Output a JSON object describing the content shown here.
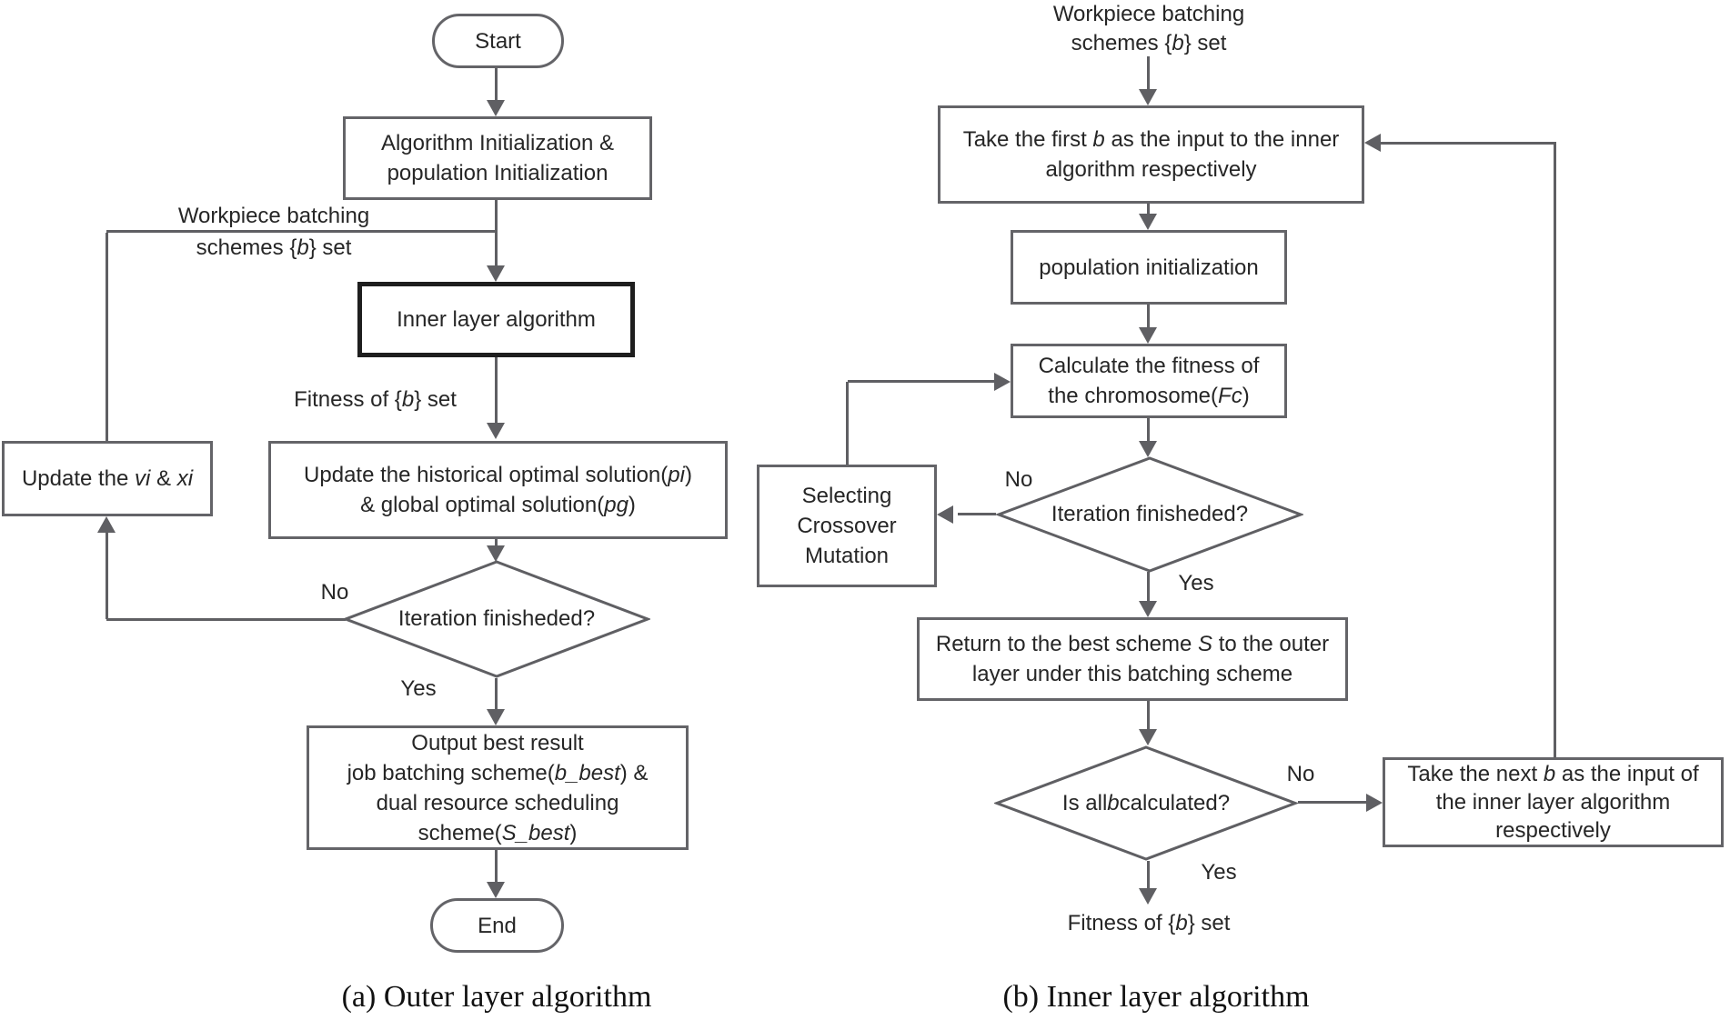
{
  "colors": {
    "line": "#5f5f63",
    "border": "#646468",
    "bold-border": "#1e1e1e",
    "text": "#262626",
    "bg": "#ffffff"
  },
  "figure": {
    "caption_a": "(a) Outer layer algorithm",
    "caption_b": "(b) Inner layer algorithm"
  },
  "outer": {
    "start": "Start",
    "init": {
      "l1": "Algorithm Initialization &",
      "l2": "population Initialization"
    },
    "batch_label": {
      "l1": [
        {
          "t": "Workpiece batching"
        }
      ],
      "l2": [
        {
          "t": "schemes {"
        },
        {
          "t": "b",
          "i": true
        },
        {
          "t": "} set"
        }
      ]
    },
    "inner_box": "Inner layer algorithm",
    "fitness_label": [
      {
        "t": "Fitness of {"
      },
      {
        "t": "b",
        "i": true
      },
      {
        "t": "} set"
      }
    ],
    "update_opt": {
      "l1": [
        {
          "t": "Update the historical optimal solution("
        },
        {
          "t": "pi",
          "i": true
        },
        {
          "t": ")"
        }
      ],
      "l2": [
        {
          "t": "& global optimal solution("
        },
        {
          "t": "pg",
          "i": true
        },
        {
          "t": ")"
        }
      ]
    },
    "update_vx": [
      {
        "t": "Update the "
      },
      {
        "t": "vi",
        "i": true
      },
      {
        "t": " & "
      },
      {
        "t": "xi",
        "i": true
      }
    ],
    "decision": "Iteration finisheded?",
    "no": "No",
    "yes": "Yes",
    "output": {
      "l1": "Output best result",
      "l2": [
        {
          "t": "job batching scheme("
        },
        {
          "t": "b_best",
          "i": true
        },
        {
          "t": ") &"
        }
      ],
      "l3": "dual resource scheduling",
      "l4": [
        {
          "t": "scheme("
        },
        {
          "t": "S_best",
          "i": true
        },
        {
          "t": ")"
        }
      ]
    },
    "end": "End"
  },
  "inner": {
    "batch_label": {
      "l1": [
        {
          "t": "Workpiece batching"
        }
      ],
      "l2": [
        {
          "t": "schemes {"
        },
        {
          "t": "b",
          "i": true
        },
        {
          "t": "} set"
        }
      ]
    },
    "take_first": {
      "l1": [
        {
          "t": "Take the first "
        },
        {
          "t": "b",
          "i": true
        },
        {
          "t": " as the input to the inner"
        }
      ],
      "l2": "algorithm respectively"
    },
    "pop_init": "population initialization",
    "calc": {
      "l1": "Calculate the fitness of",
      "l2": [
        {
          "t": "the chromosome("
        },
        {
          "t": "Fc",
          "i": true
        },
        {
          "t": ")"
        }
      ]
    },
    "scm": {
      "l1": "Selecting",
      "l2": "Crossover",
      "l3": "Mutation"
    },
    "decision1": "Iteration finisheded?",
    "no1": "No",
    "yes1": "Yes",
    "return_best": {
      "l1": [
        {
          "t": "Return to the best scheme "
        },
        {
          "t": "S",
          "i": true
        },
        {
          "t": " to the outer"
        }
      ],
      "l2": "layer under this batching scheme"
    },
    "decision2": [
      {
        "t": "Is all "
      },
      {
        "t": "b",
        "i": true
      },
      {
        "t": " calculated?"
      }
    ],
    "no2": "No",
    "yes2": "Yes",
    "take_next": {
      "l1": [
        {
          "t": "Take the next "
        },
        {
          "t": "b",
          "i": true
        },
        {
          "t": " as the input of"
        }
      ],
      "l2": "the inner layer algorithm",
      "l3": "respectively"
    },
    "fitness_label": [
      {
        "t": "Fitness of {"
      },
      {
        "t": "b",
        "i": true
      },
      {
        "t": "} set"
      }
    ]
  }
}
